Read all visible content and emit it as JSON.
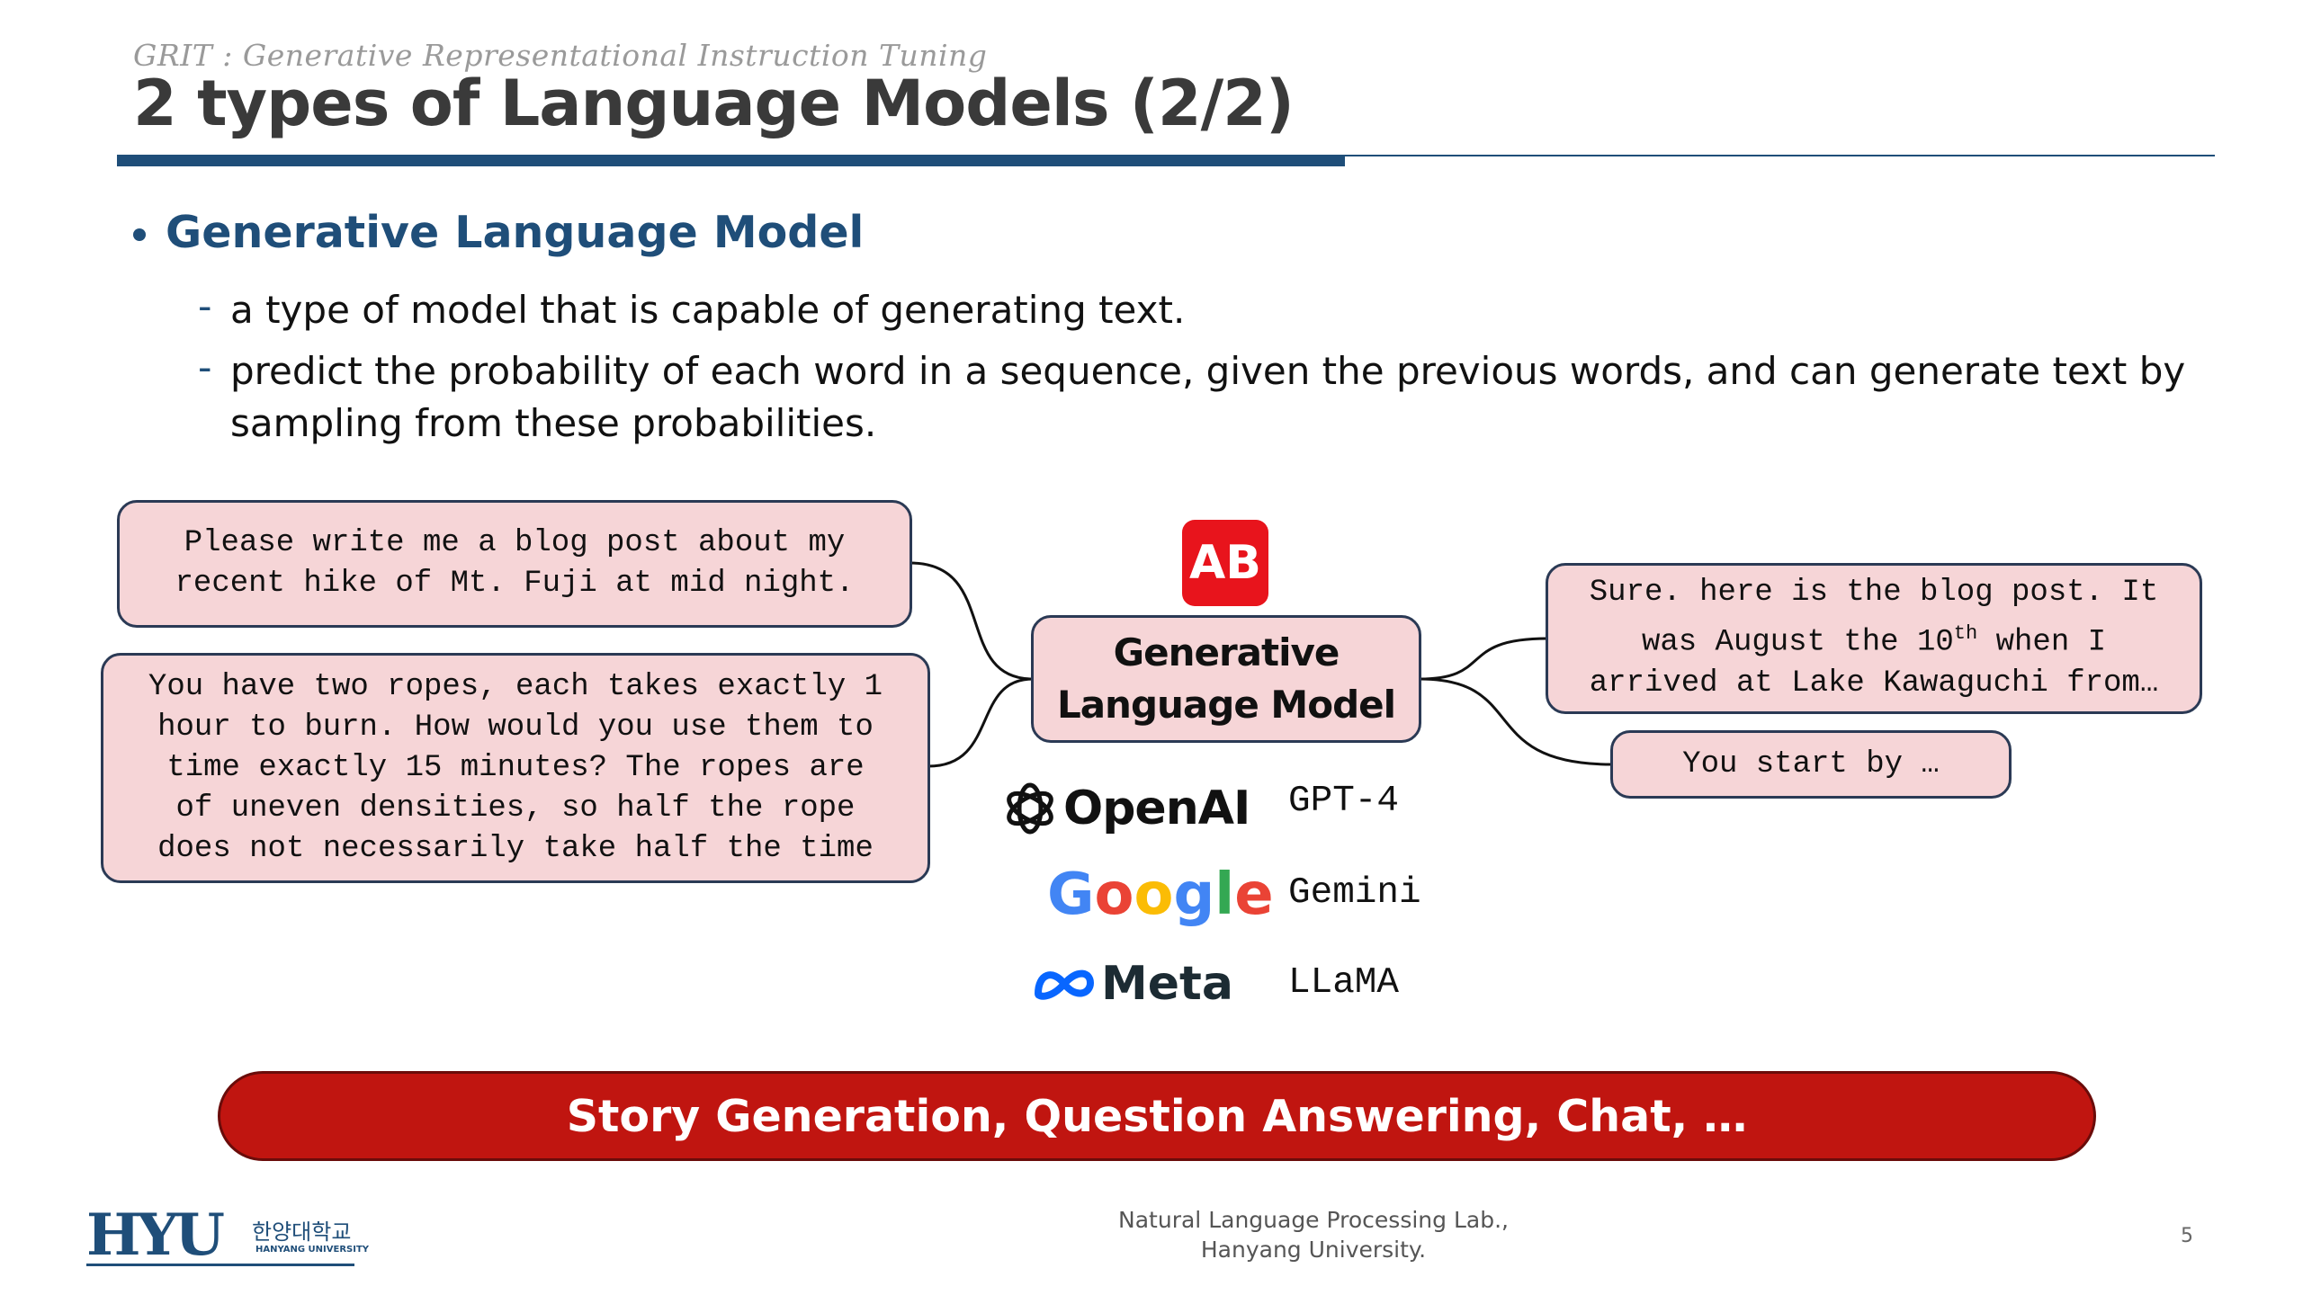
{
  "header": {
    "subtitle": "GRIT : Generative Representational Instruction Tuning",
    "title": "2 types of Language Models (2/2)"
  },
  "bullet": {
    "heading": "Generative Language Model",
    "dash": "-",
    "items": [
      {
        "text": "a type of model that is capable of generating text."
      },
      {
        "text_line1": "predict the probability of each word in a sequence, given the previous words, and can generate text by",
        "text_line2": "sampling from these probabilities."
      }
    ]
  },
  "diagram": {
    "input_1": {
      "line1": "Please write me a blog post about my",
      "line2": "recent hike of Mt. Fuji at mid night."
    },
    "input_2": {
      "lines": [
        "You have two ropes, each takes exactly 1",
        "hour to burn. How would you use them to",
        "time exactly 15 minutes? The ropes are",
        "of uneven densities, so half the rope",
        "does not necessarily take half the time"
      ]
    },
    "ab_icon": "AB",
    "center_line1": "Generative",
    "center_line2": "Language Model",
    "output_1": {
      "line1": "Sure. here is the blog post. It",
      "line2_pre": "was August the 10",
      "line2_sup": "th",
      "line2_post": " when I",
      "line3": "arrived at Lake Kawaguchi from…"
    },
    "output_2": "You start by …",
    "models": [
      {
        "company": "OpenAI",
        "model": "GPT-4",
        "icon": "openai-logo-icon"
      },
      {
        "company": "Google",
        "model": "Gemini",
        "icon": "google-logo-icon"
      },
      {
        "company": "Meta",
        "model": "LLaMA",
        "icon": "meta-logo-icon"
      }
    ],
    "google_letters": [
      "G",
      "o",
      "o",
      "g",
      "l",
      "e"
    ],
    "colors": {
      "box_fill": "#f6d5d7",
      "box_border": "#2b3a55",
      "google": [
        "#4285F4",
        "#EA4335",
        "#FBBC05",
        "#4285F4",
        "#34A853",
        "#EA4335"
      ],
      "meta": "#0866ff"
    }
  },
  "banner": "Story Generation, Question Answering, Chat, …",
  "footer": {
    "logo": "HYU",
    "logo_korean": "한양대학교",
    "logo_english": "HANYANG UNIVERSITY",
    "lab_line1": "Natural Language Processing Lab.,",
    "lab_line2": "Hanyang University.",
    "page": "5"
  },
  "colors": {
    "accent": "#1f4e79",
    "banner": "#c01510",
    "ab_red": "#e8141c"
  }
}
